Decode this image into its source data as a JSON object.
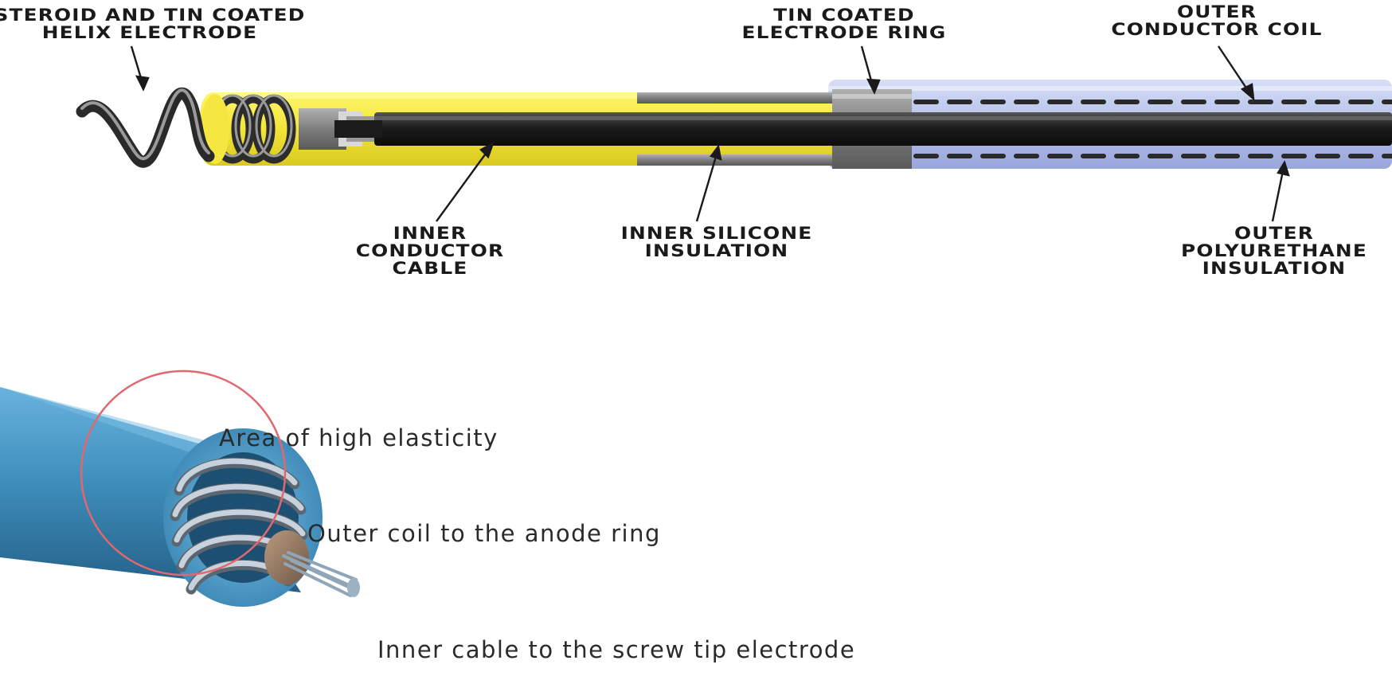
{
  "lead_cross_section": {
    "labels": {
      "helix_electrode": [
        "STEROID AND TIN COATED",
        "HELIX ELECTRODE"
      ],
      "electrode_ring": [
        "TIN COATED",
        "ELECTRODE RING"
      ],
      "outer_coil": [
        "OUTER",
        "CONDUCTOR COIL"
      ],
      "inner_cable": [
        "INNER",
        "CONDUCTOR",
        "CABLE"
      ],
      "inner_insulation": [
        "INNER SILICONE",
        "INSULATION"
      ],
      "outer_insulation": [
        "OUTER",
        "POLYURETHANE",
        "INSULATION"
      ]
    },
    "colors": {
      "silicone": "#f2e53a",
      "conductor": "#222222",
      "ring": "#8a8a8a",
      "polyurethane": "#b8c4ea"
    }
  },
  "cable_3d": {
    "labels": {
      "elasticity": "Area of high elasticity",
      "outer_coil": "Outer coil to the anode ring",
      "inner_cable": "Inner cable to the screw tip electrode"
    },
    "colors": {
      "jacket": "#3f8fbd",
      "coil": "#b7c3cf",
      "highlight_circle": "#e0686e"
    }
  }
}
